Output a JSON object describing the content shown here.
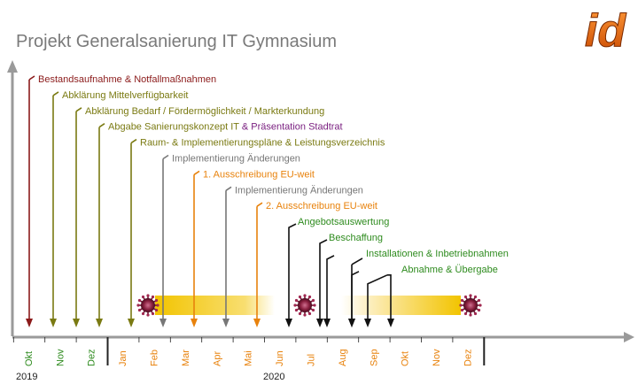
{
  "title": "Projekt Generalsanierung IT Gymnasium",
  "logo_text": "id",
  "years": [
    "2019",
    "2020"
  ],
  "months": [
    {
      "label": "Okt",
      "color": "#2e8b1e"
    },
    {
      "label": "Nov",
      "color": "#2e8b1e"
    },
    {
      "label": "Dez",
      "color": "#2e8b1e"
    },
    {
      "label": "Jan",
      "color": "#e8820c"
    },
    {
      "label": "Feb",
      "color": "#e8820c"
    },
    {
      "label": "Mar",
      "color": "#e8820c"
    },
    {
      "label": "Apr",
      "color": "#e8820c"
    },
    {
      "label": "Mai",
      "color": "#e8820c"
    },
    {
      "label": "Jun",
      "color": "#e8820c"
    },
    {
      "label": "Jul",
      "color": "#e8820c"
    },
    {
      "label": "Aug",
      "color": "#e8820c"
    },
    {
      "label": "Sep",
      "color": "#e8820c"
    },
    {
      "label": "Okt",
      "color": "#e8820c"
    },
    {
      "label": "Nov",
      "color": "#e8820c"
    },
    {
      "label": "Dez",
      "color": "#e8820c"
    }
  ],
  "milestones": [
    {
      "text": "Bestandsaufnahme & Notfallmaßnahmen",
      "color": "#8b1a1a",
      "month": 0
    },
    {
      "text": "Abklärung Mittelverfügbarkeit",
      "color": "#7a7a12",
      "month": 1
    },
    {
      "text": "Abklärung Bedarf / Fördermöglichkeit / Markterkundung",
      "color": "#7a7a12",
      "month": 2
    },
    {
      "text": "Abgabe Sanierungskonzept IT",
      "text2": " & Präsentation Stadtrat",
      "color": "#7a7a12",
      "color2": "#7a2080",
      "month": 3
    },
    {
      "text": "Raum- & Implementierungspläne & Leistungsverzeichnis",
      "color": "#7a7a12",
      "month": 4
    },
    {
      "text": "Implementierung Änderungen",
      "color": "#777777",
      "month": 5
    },
    {
      "text": "1. Ausschreibung EU-weit",
      "color": "#e8820c",
      "month": 6
    },
    {
      "text": "Implementierung Änderungen",
      "color": "#777777",
      "month": 7
    },
    {
      "text": "2. Ausschreibung EU-weit",
      "color": "#e8820c",
      "month": 8
    },
    {
      "text": "Angebotsauswertung",
      "color": "#2e8b1e",
      "month": 9
    },
    {
      "text": "Beschaffung",
      "color": "#2e8b1e",
      "month": 10
    },
    {
      "text": "Installationen & Inbetriebnahmen",
      "color": "#2e8b1e",
      "month": 11
    },
    {
      "text": "Abnahme & Übergabe",
      "color": "#2e8b1e",
      "month": 12
    }
  ]
}
